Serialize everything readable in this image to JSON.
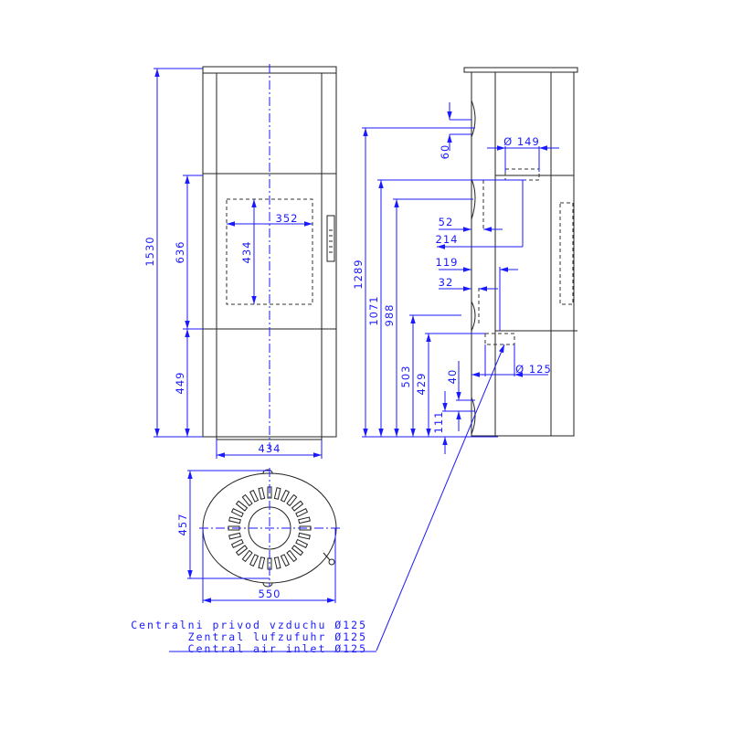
{
  "colors": {
    "dimension": "#1a1aff",
    "outline": "#222222"
  },
  "front_view": {
    "height_total": "1530",
    "height_door": "636",
    "height_base": "449",
    "width": "434",
    "window_width": "352",
    "window_height": "434"
  },
  "side_view": {
    "h_1289": "1289",
    "h_1071": "1071",
    "h_988": "988",
    "h_503": "503",
    "h_429": "429",
    "d_60": "60",
    "d_111": "111",
    "d_40": "40",
    "d_52": "52",
    "d_214": "214",
    "d_119": "119",
    "d_32": "32",
    "flue_diameter": "Ø 149",
    "inlet_diameter": "Ø 125"
  },
  "top_view": {
    "depth": "457",
    "width": "550",
    "slot_count": 28
  },
  "note": {
    "lines": [
      "Centralni privod vzduchu Ø125",
      "Zentral lufzufuhr Ø125",
      "Central air inlet Ø125"
    ]
  }
}
